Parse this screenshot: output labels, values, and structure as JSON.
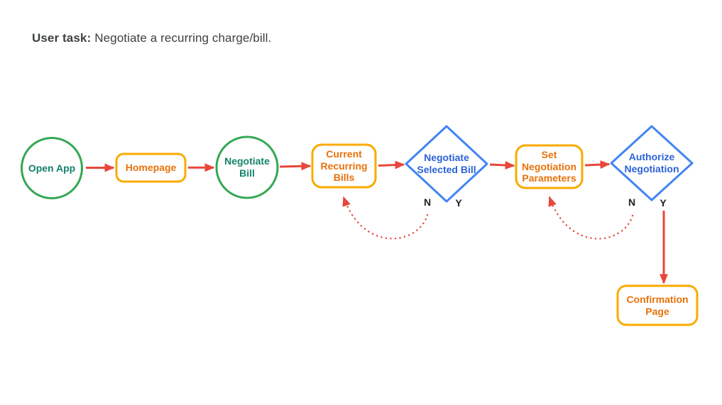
{
  "title": {
    "prefix": "User task:",
    "rest": "Negotiate a recurring charge/bill."
  },
  "nodes": [
    {
      "id": "open-app",
      "shape": "circle",
      "label": "Open App"
    },
    {
      "id": "homepage",
      "shape": "rounded-rect",
      "label": "Homepage"
    },
    {
      "id": "negotiate-bill",
      "shape": "circle",
      "label": "Negotiate Bill"
    },
    {
      "id": "current-recurring-bills",
      "shape": "rounded-rect",
      "label": "Current Recurring Bills"
    },
    {
      "id": "negotiate-selected-bill",
      "shape": "diamond",
      "label": "Negotiate Selected Bill"
    },
    {
      "id": "set-negotiation-parameters",
      "shape": "rounded-rect",
      "label": "Set Negotiation Parameters"
    },
    {
      "id": "authorize-negotiation",
      "shape": "diamond",
      "label": "Authorize Negotiation"
    },
    {
      "id": "confirmation-page",
      "shape": "rounded-rect",
      "label": "Confirmation Page"
    }
  ],
  "decisions": [
    {
      "node": "negotiate-selected-bill",
      "no": "N",
      "yes": "Y"
    },
    {
      "node": "authorize-negotiation",
      "no": "N",
      "yes": "Y"
    }
  ],
  "colors": {
    "circle_border": "#34a853",
    "circle_text": "#14826a",
    "rect_border": "#f9ab00",
    "rect_text": "#e8710a",
    "diamond_border": "#4285f4",
    "diamond_text": "#2b62d9",
    "arrow": "#e8473b",
    "decision_label": "#202124",
    "title_text": "#3c4043",
    "background": "#ffffff"
  }
}
